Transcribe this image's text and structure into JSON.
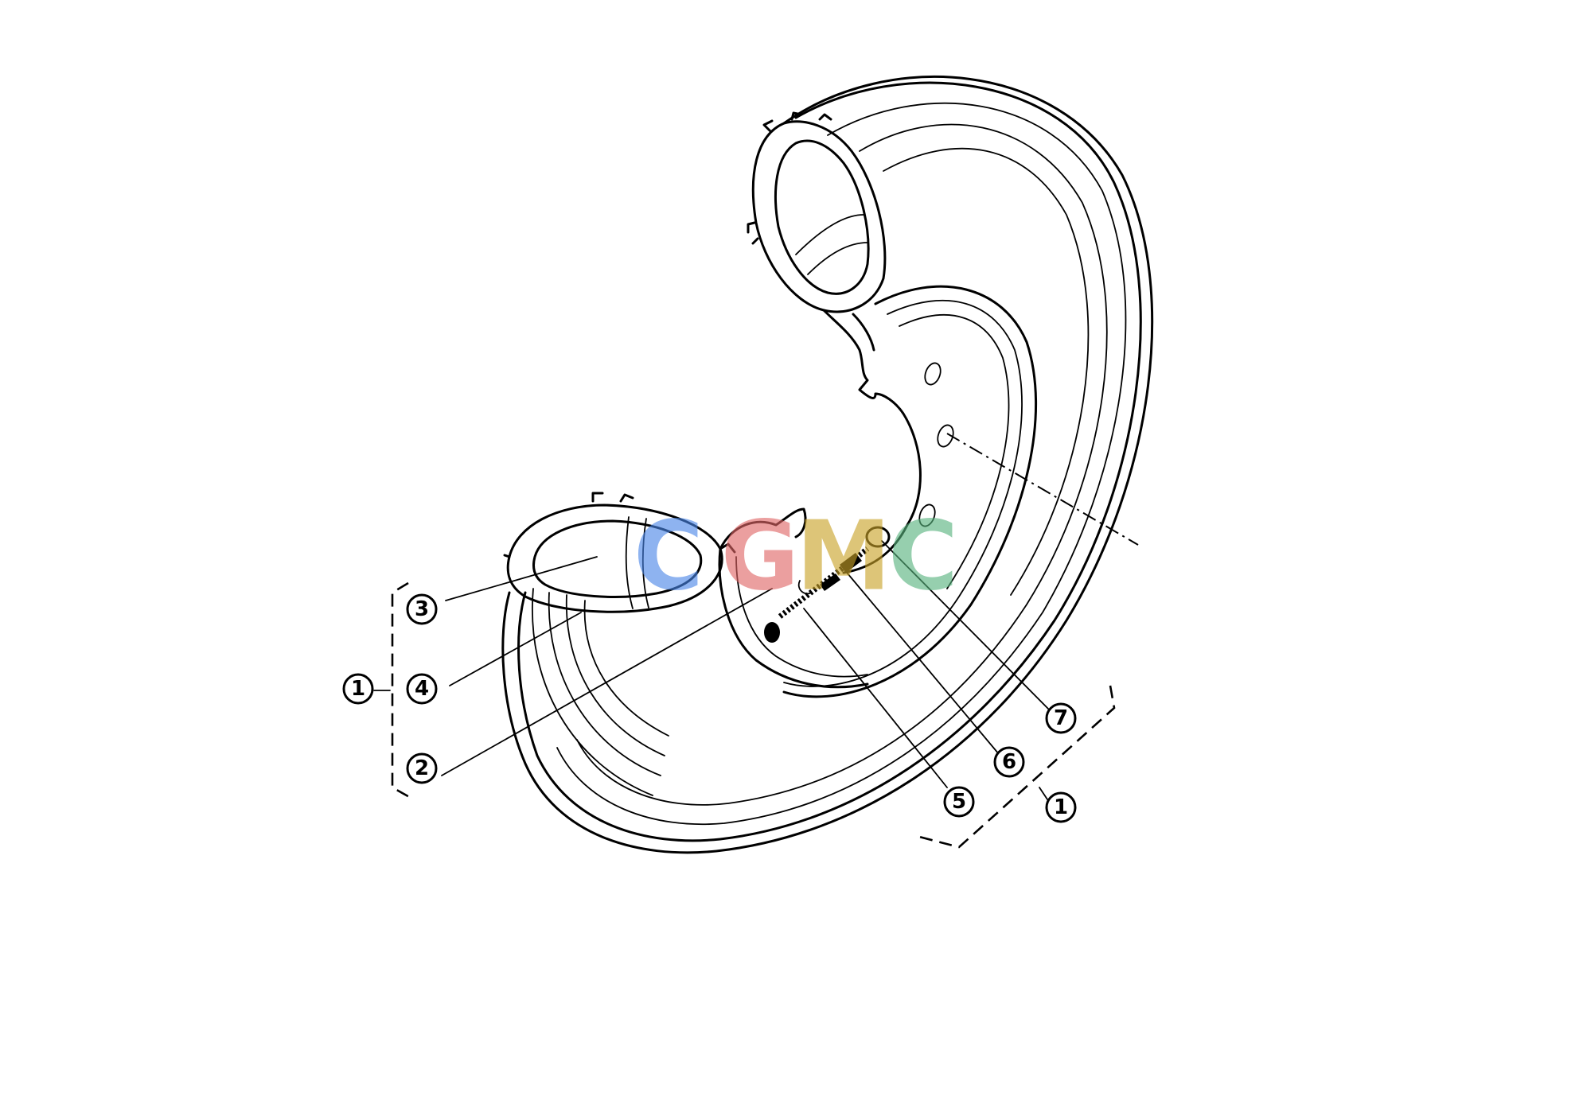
{
  "callouts": [
    {
      "id": "callout-1-left",
      "label": "1"
    },
    {
      "id": "callout-2",
      "label": "2"
    },
    {
      "id": "callout-3",
      "label": "3"
    },
    {
      "id": "callout-4",
      "label": "4"
    },
    {
      "id": "callout-5",
      "label": "5"
    },
    {
      "id": "callout-6",
      "label": "6"
    },
    {
      "id": "callout-7",
      "label": "7"
    },
    {
      "id": "callout-1-right",
      "label": "1"
    }
  ],
  "watermark": {
    "letters": [
      "C",
      "G",
      "M",
      "C"
    ],
    "colors": [
      "#4a86e8",
      "#e06666",
      "#c9a227",
      "#57b37d"
    ]
  }
}
